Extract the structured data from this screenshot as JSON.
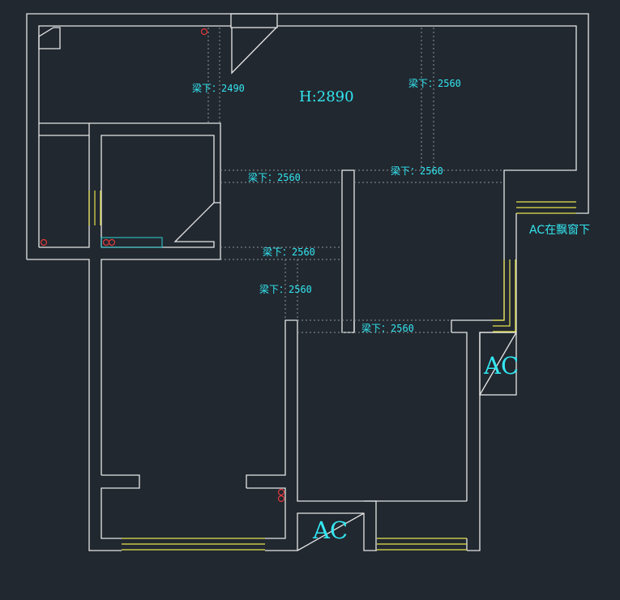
{
  "plan": {
    "ceiling_height": "H:2890",
    "beam_labels": [
      "梁下：2490",
      "梁下：2560",
      "梁下：2560",
      "梁下：2560",
      "梁下：2560",
      "梁下：2560",
      "梁下：2560"
    ],
    "ac_labels": [
      "AC",
      "AC"
    ],
    "bay_window_note": "AC在飘窗下"
  },
  "colors": {
    "background": "#212830",
    "wall": "#e6e6e6",
    "label": "#33e6f0",
    "window": "#e8e44c",
    "socket": "#e23a3a"
  }
}
